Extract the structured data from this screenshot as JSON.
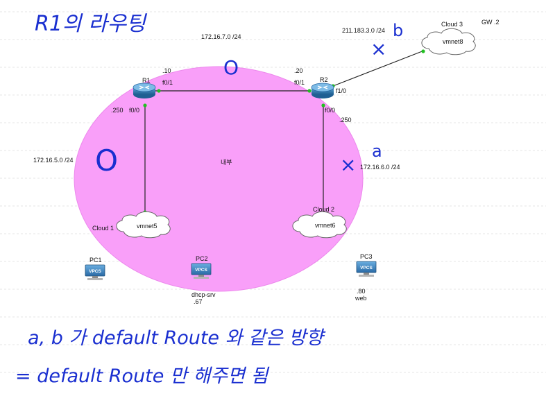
{
  "annotations": {
    "title": "R1의 라우팅",
    "note_line1": "a, b 가  default Route 와 같은 방향",
    "note_line2": "=  default Route 만 해주면 됨",
    "mark_a": "a",
    "mark_b": "b",
    "cross_symbol": "×",
    "circle_symbol": "O"
  },
  "colors": {
    "zone_fill": "#f99ff9",
    "ink": "#1a2fd0",
    "link": "#222222",
    "port_dot": "#22c022"
  },
  "zone": {
    "label": "내부"
  },
  "nodes": {
    "r1": {
      "name": "R1"
    },
    "r2": {
      "name": "R2"
    },
    "cloud1": {
      "name": "Cloud 1",
      "network": "vmnet5"
    },
    "cloud2": {
      "name": "Cloud 2",
      "network": "vmnet6"
    },
    "cloud3": {
      "name": "Cloud 3",
      "network": "vmnet8"
    },
    "pc1": {
      "name": "PC1",
      "badge": "VPCS"
    },
    "pc2": {
      "name": "PC2",
      "badge": "VPCS",
      "sub1": "dhcp-srv",
      "sub2": ".67"
    },
    "pc3": {
      "name": "PC3",
      "badge": "VPCS",
      "sub1": ".80",
      "sub2": "web"
    }
  },
  "links": {
    "r1_r2": {
      "subnet": "172.16.7.0 /24",
      "r1_port": "f0/1",
      "r1_ip": ".10",
      "r2_port": "f0/1",
      "r2_ip": ".20"
    },
    "r1_cloud1": {
      "subnet": "172.16.5.0 /24",
      "r1_port": "f0/0",
      "r1_ip": ".250"
    },
    "r2_cloud2": {
      "subnet": "172.16.6.0 /24",
      "r2_port": "f0/0",
      "r2_ip": ".250"
    },
    "r2_cloud3": {
      "subnet": "211.183.3.0 /24",
      "r2_port": "f1/0",
      "gateway": "GW .2"
    }
  }
}
